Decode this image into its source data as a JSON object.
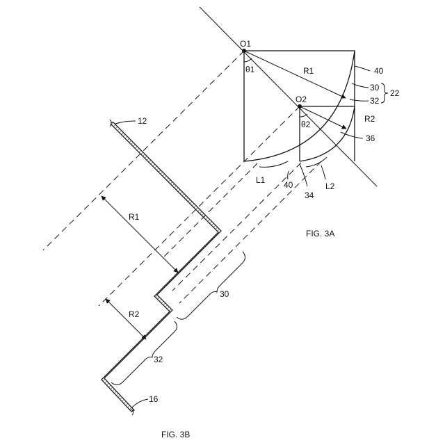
{
  "fig3a": {
    "caption": "FIG. 3A",
    "point_o1": "O1",
    "point_o2": "O2",
    "theta1": "θ1",
    "theta2": "θ2",
    "radius1": "R1",
    "radius2": "R2",
    "length1": "L1",
    "length2": "L2",
    "labels": {
      "ref_40_top": "40",
      "ref_30": "30",
      "ref_32": "32",
      "ref_22": "22",
      "ref_36": "36",
      "ref_40_bottom": "40",
      "ref_34": "34"
    }
  },
  "fig3b": {
    "caption": "FIG. 3B",
    "radius1": "R1",
    "radius2": "R2",
    "labels": {
      "ref_12": "12",
      "ref_30": "30",
      "ref_32": "32",
      "ref_16": "16"
    }
  }
}
